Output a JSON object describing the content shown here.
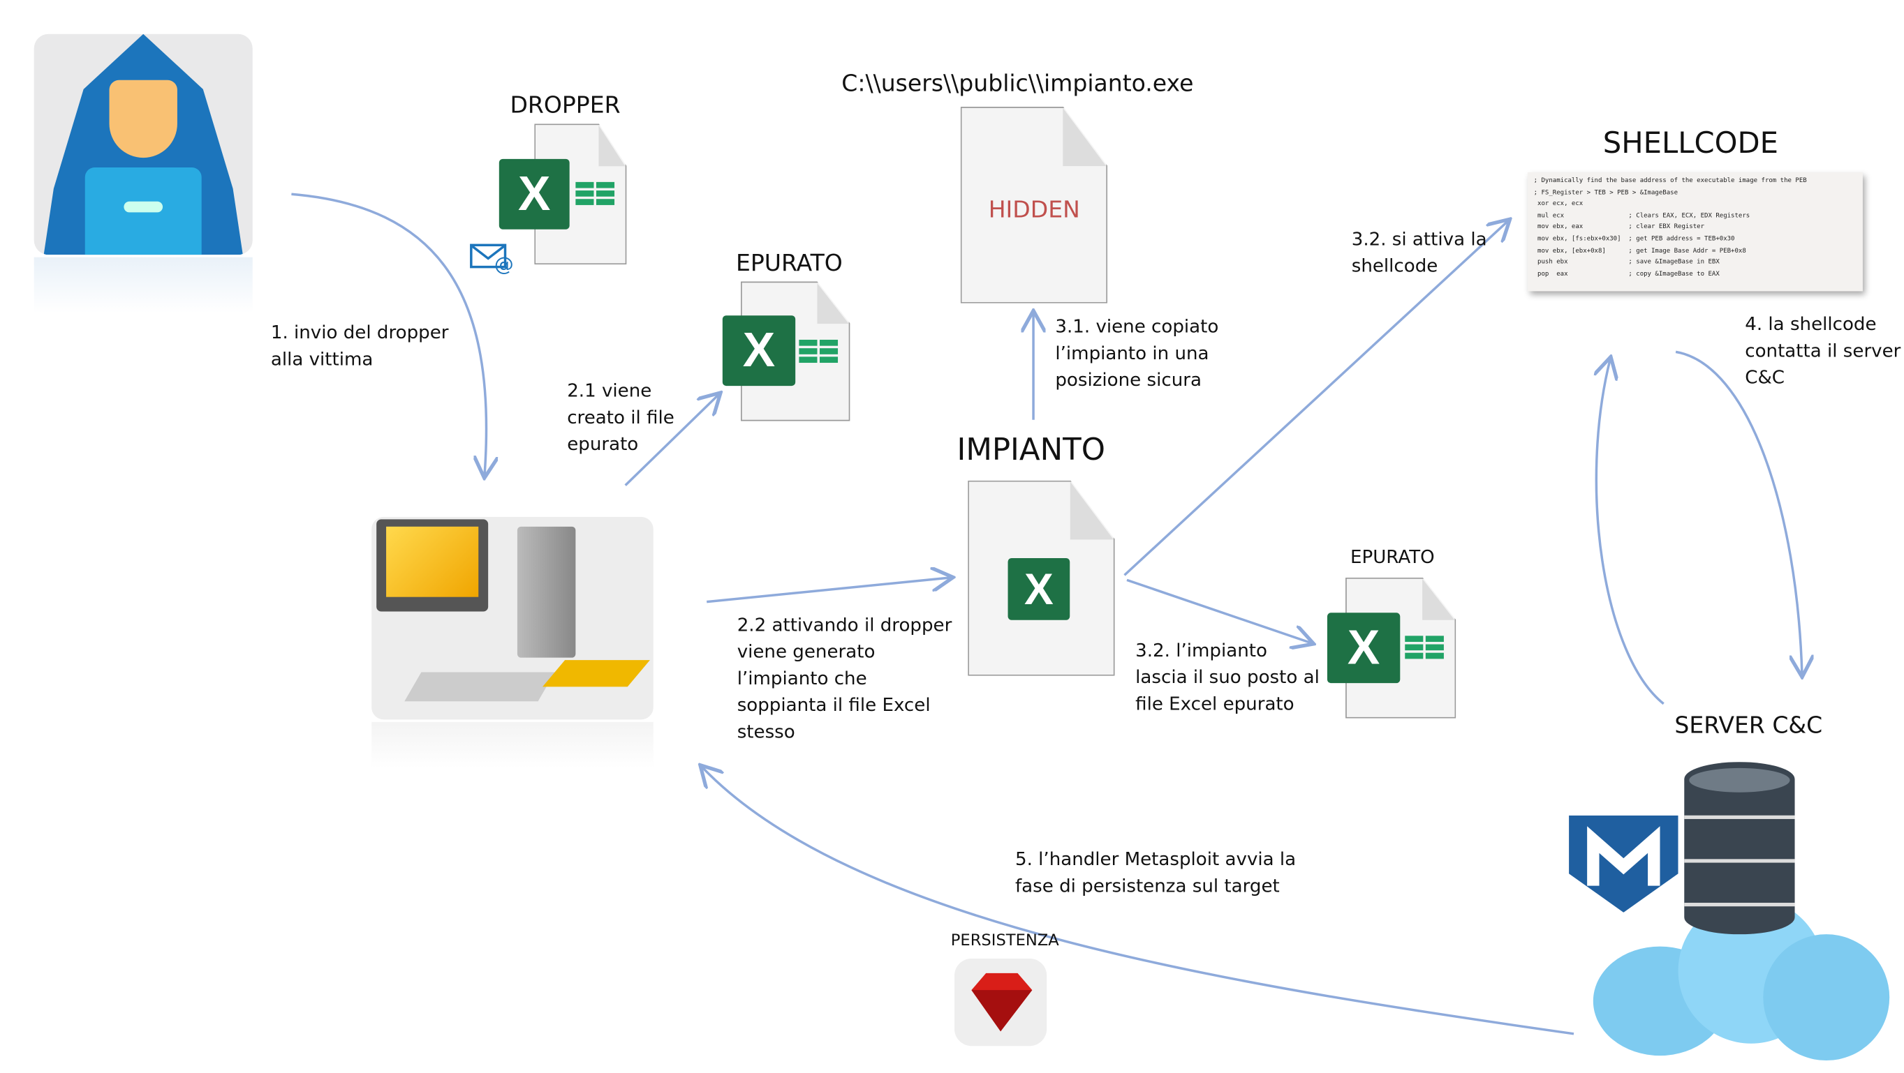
{
  "labels": {
    "dropper": "DROPPER",
    "path": "C:\\\\users\\\\public\\\\impianto.exe",
    "hidden": "HIDDEN",
    "epurato_top": "EPURATO",
    "shellcode": "SHELLCODE",
    "impianto": "IMPIANTO",
    "epurato_right": "EPURATO",
    "server": "SERVER C&C",
    "persistenza": "PERSISTENZA"
  },
  "steps": {
    "s1": [
      "1. invio del dropper",
      "alla vittima"
    ],
    "s21": [
      "2.1 viene",
      "creato il file",
      "epurato"
    ],
    "s22": [
      "2.2 attivando il dropper",
      "viene generato",
      "l’impianto che",
      "soppianta il file Excel",
      "stesso"
    ],
    "s31": [
      "3.1. viene copiato",
      "l’impianto in una",
      "posizione sicura"
    ],
    "s32a": [
      "3.2. si attiva la",
      "shellcode"
    ],
    "s32b": [
      "3.2. l’impianto",
      "lascia il suo posto al",
      "file Excel epurato"
    ],
    "s4": [
      "4. la shellcode",
      "contatta il server",
      "C&C"
    ],
    "s5": [
      "5. l’handler Metasploit avvia la",
      "fase di persistenza sul target"
    ]
  },
  "excel_letter": "X",
  "code_lines": [
    "; Dynamically find the base address of the executable image from the PEB",
    "; FS_Register > TEB > PEB > &ImageBase",
    " xor ecx, ecx",
    " mul ecx                 ; Clears EAX, ECX, EDX Registers",
    " mov ebx, eax            ; clear EBX Register",
    " mov ebx, [fs:ebx+0x30]  ; get PEB address = TEB+0x30",
    " mov ebx, [ebx+0x8]      ; get Image Base Addr = PEB+0x8",
    " push ebx                ; save &ImageBase in EBX",
    " pop  eax                ; copy &ImageBase to EAX"
  ],
  "colors": {
    "arrow": "#8eaadb",
    "excel": "#1e7145",
    "hidden": "#c0504d",
    "metasploit": "#1f5fa0"
  }
}
